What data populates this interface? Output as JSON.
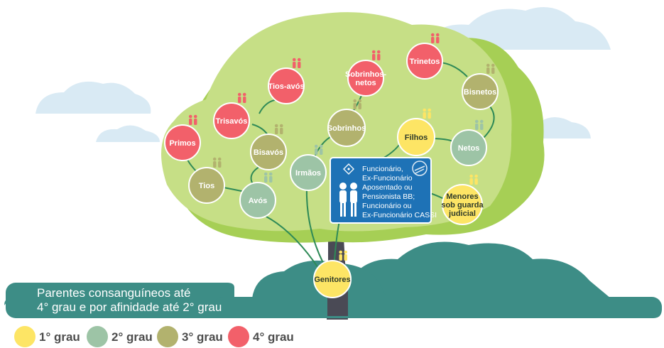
{
  "colors": {
    "grau1": "#fde565",
    "grau2": "#9dc4a6",
    "grau3": "#b2b26e",
    "grau4": "#f2606a",
    "canopy": "#c6df86",
    "canopy_back": "#a6cf55",
    "teal": "#3d8d86",
    "center_box": "#1e72b6"
  },
  "nodes": [
    {
      "id": "trinetos",
      "label": "Trinetos",
      "grau": 4
    },
    {
      "id": "sobrinhos-netos",
      "label": "Sobrinhos-\nnetos",
      "grau": 4
    },
    {
      "id": "tios-avos",
      "label": "Tios-avós",
      "grau": 4
    },
    {
      "id": "trisavos",
      "label": "Trisavós",
      "grau": 4
    },
    {
      "id": "primos",
      "label": "Primos",
      "grau": 4
    },
    {
      "id": "bisnetos",
      "label": "Bisnetos",
      "grau": 3
    },
    {
      "id": "sobrinhos",
      "label": "Sobrinhos",
      "grau": 3
    },
    {
      "id": "bisavos",
      "label": "Bisavós",
      "grau": 3
    },
    {
      "id": "tios",
      "label": "Tios",
      "grau": 3
    },
    {
      "id": "filhos",
      "label": "Filhos",
      "grau": 1
    },
    {
      "id": "netos",
      "label": "Netos",
      "grau": 2
    },
    {
      "id": "irmaos",
      "label": "Irmãos",
      "grau": 2
    },
    {
      "id": "avos",
      "label": "Avós",
      "grau": 2
    },
    {
      "id": "menores",
      "label": "Menores\nsob guarda\njudicial",
      "grau": 1
    },
    {
      "id": "genitores",
      "label": "Genitores",
      "grau": 1
    }
  ],
  "center": {
    "lines": [
      "Funcionário,",
      "Ex-Funcionário",
      "Aposentado ou",
      "Pensionista BB;",
      "Funcionário ou",
      "Ex-Funcionário CASSI"
    ]
  },
  "banner": {
    "line1": "Parentes consanguíneos até",
    "line2": "4° grau e por afinidade até 2° grau"
  },
  "legend": [
    {
      "label": "1° grau",
      "grau": 1
    },
    {
      "label": "2° grau",
      "grau": 2
    },
    {
      "label": "3° grau",
      "grau": 3
    },
    {
      "label": "4° grau",
      "grau": 4
    }
  ]
}
